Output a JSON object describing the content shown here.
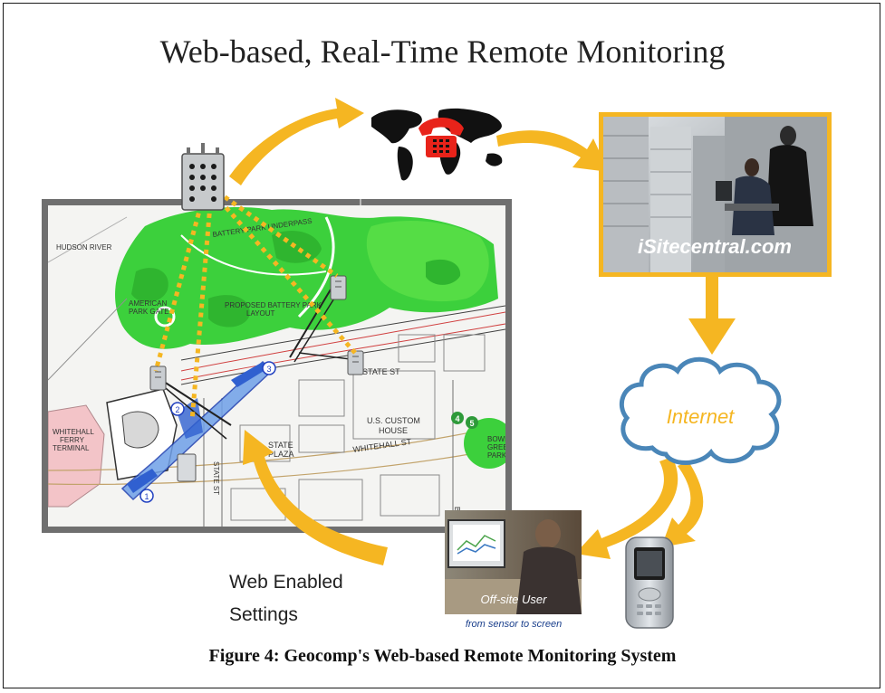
{
  "title": "Web-based, Real-Time Remote Monitoring",
  "caption": "Figure 4:  Geocomp's Web-based Remote Monitoring System",
  "site_photo_label": "iSitecentral.com",
  "cloud_label": "Internet",
  "web_settings": {
    "line1": "Web Enabled",
    "line2": "Settings"
  },
  "user_photo": {
    "overlay": "Off-site User",
    "tagline": "from sensor to screen"
  },
  "map_labels": {
    "hudson": "HUDSON RIVER",
    "american": "AMERICAN",
    "park_gate": "PARK GATE",
    "proposed": "PROPOSED BATTERY PARK",
    "layout": "LAYOUT",
    "battery": "BATTERY PARK UNDERPASS",
    "state_st": "STATE ST",
    "customs1": "U.S. CUSTOM",
    "customs2": "HOUSE",
    "whitehall_st": "WHITEHALL ST",
    "whitehall1": "WHITEHALL",
    "whitehall2": "FERRY",
    "whitehall3": "TERMINAL",
    "state_plaza1": "STATE",
    "state_plaza2": "PLAZA",
    "state_st_v": "STATE ST",
    "bowling1": "BOWLI",
    "bowling2": "GREE",
    "bowling3": "PARK",
    "brd": "BRO",
    "n1": "1",
    "n2": "2",
    "n3": "3",
    "n4": "4",
    "n5": "5"
  },
  "colors": {
    "arrow": "#f5b622",
    "cloud": "#4a86b8",
    "phone": "#e8231a",
    "park": "#3cd03c"
  }
}
